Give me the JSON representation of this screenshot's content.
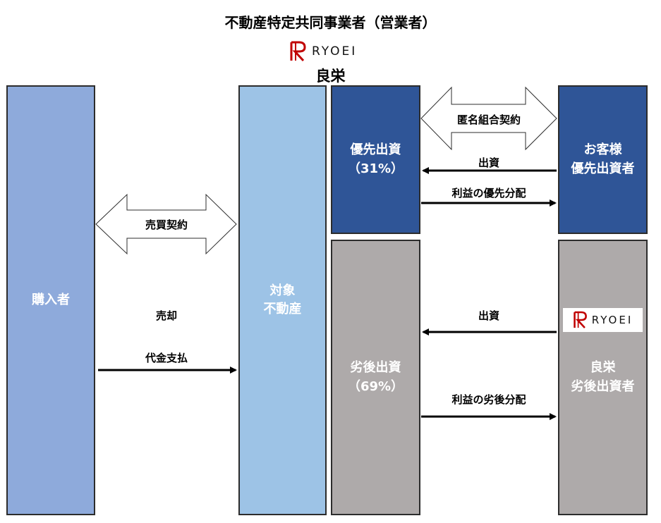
{
  "title": "不動産特定共同事業者（営業者）",
  "company": {
    "logo_text": "RYOEI",
    "name": "良栄"
  },
  "boxes": {
    "buyer": {
      "label": "購入者",
      "color": "#8eaadb"
    },
    "property": {
      "line1": "対象",
      "line2": "不動産",
      "color": "#9dc3e6"
    },
    "priority": {
      "line1": "優先出資",
      "line2": "（31%）",
      "color": "#2f5597"
    },
    "customer": {
      "line1": "お客様",
      "line2": "優先出資者",
      "color": "#2f5597"
    },
    "subordinate": {
      "line1": "劣後出資",
      "line2": "（69%）",
      "color": "#aeaaaa"
    },
    "ryoei": {
      "logo_text": "RYOEI",
      "line1": "良栄",
      "line2": "劣後出資者",
      "color": "#aeaaaa"
    }
  },
  "arrows": {
    "sale_contract": "売買契約",
    "sale": "売却",
    "payment": "代金支払",
    "anonymous_partnership": "匿名組合契約",
    "investment_priority": "出資",
    "priority_profit": "利益の優先分配",
    "investment_subordinate": "出資",
    "subordinate_profit": "利益の劣後分配"
  }
}
